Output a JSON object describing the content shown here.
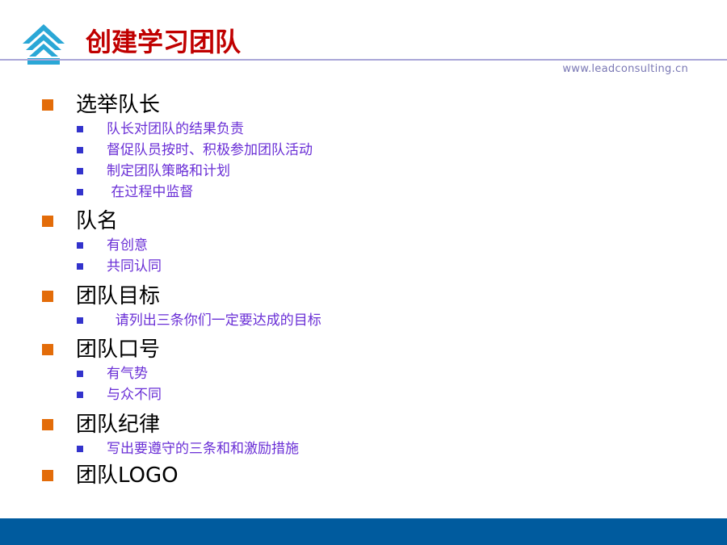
{
  "slide": {
    "title": "创建学习团队",
    "website": "www.leadconsulting.cn",
    "colors": {
      "title": "#c00000",
      "main_bullet": "#e36c09",
      "sub_bullet": "#3333cc",
      "sub_text": "#6a2fd6",
      "footer": "#005b9e",
      "rule": "#a9a6d8",
      "logo": "#2aa7d6"
    },
    "logo_icon": "triangle-stack-logo-icon"
  },
  "sections": [
    {
      "heading": "选举队长",
      "items": [
        "队长对团队的结果负责",
        "督促队员按时、积极参加团队活动",
        "制定团队策略和计划",
        " 在过程中监督"
      ]
    },
    {
      "heading": "队名",
      "items": [
        "有创意",
        "共同认同"
      ]
    },
    {
      "heading": "团队目标",
      "items": [
        "  请列出三条你们一定要达成的目标"
      ]
    },
    {
      "heading": "团队口号",
      "items": [
        "有气势",
        "与众不同"
      ]
    },
    {
      "heading": "团队纪律",
      "items": [
        "写出要遵守的三条和和激励措施"
      ]
    },
    {
      "heading": "团队LOGO",
      "items": []
    }
  ]
}
